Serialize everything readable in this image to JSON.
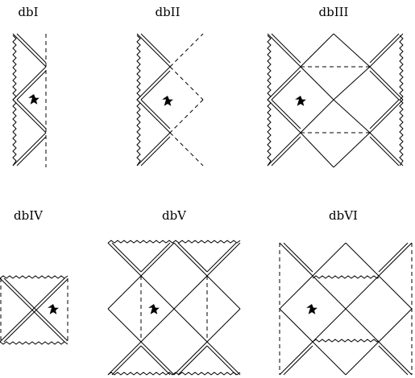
{
  "labels": {
    "dbI": "dbI",
    "dbII": "dbII",
    "dbIII": "dbIII",
    "dbIV": "dbIV",
    "dbV": "dbV",
    "dbVI": "dbVI"
  },
  "marker_icon": "star-icon"
}
